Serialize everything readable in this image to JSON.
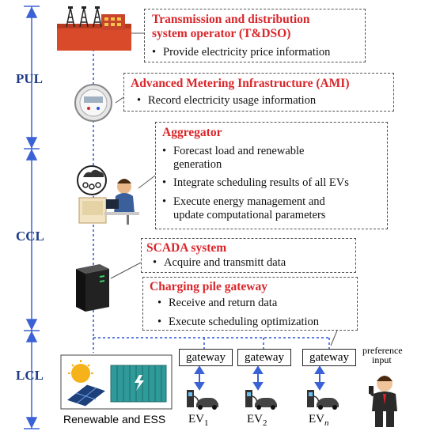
{
  "layers": {
    "pul": "PUL",
    "ccl": "CCL",
    "lcl": "LCL"
  },
  "tdso": {
    "title_line1": "Transmission and distribution",
    "title_line2": "system operator (T&DSO)",
    "bullet1": "Provide electricity price information"
  },
  "ami": {
    "title": "Advanced Metering Infrastructure (AMI)",
    "bullet1": "Record electricity usage information"
  },
  "aggregator": {
    "title": "Aggregator",
    "bullet1_line1": "Forecast load and renewable",
    "bullet1_line2": "generation",
    "bullet2": "Integrate scheduling results of all EVs",
    "bullet3_line1": "Execute energy management and",
    "bullet3_line2": "update computational parameters"
  },
  "scada": {
    "title": "SCADA system",
    "bullet1": "Acquire and transmitt data"
  },
  "charging": {
    "title": "Charging pile gateway",
    "bullet1": "Receive and return data",
    "bullet2": "Execute scheduling optimization"
  },
  "gateways": [
    "gateway",
    "gateway",
    "gateway"
  ],
  "ev_labels": [
    {
      "base": "EV",
      "sub": "1",
      "italic": false
    },
    {
      "base": "EV",
      "sub": "2",
      "italic": false
    },
    {
      "base": "EV",
      "sub": "n",
      "italic": true
    }
  ],
  "renewable_caption": "Renewable and ESS",
  "preference": {
    "line1": "preference",
    "line2": "input"
  },
  "colors": {
    "accent_red": "#d9262b",
    "arrow_blue": "#3a62d6",
    "dash_blue": "#2b55d8",
    "label_blue": "#1f3c88"
  },
  "icons": {
    "tdso": "power-plant-icon",
    "ami": "electric-meter-icon",
    "aggregator": "operator-computer-icon",
    "scada": "server-tower-icon",
    "renewable": "solar-container-icon",
    "ev": "ev-charger-icon",
    "person": "businessman-phone-icon"
  }
}
